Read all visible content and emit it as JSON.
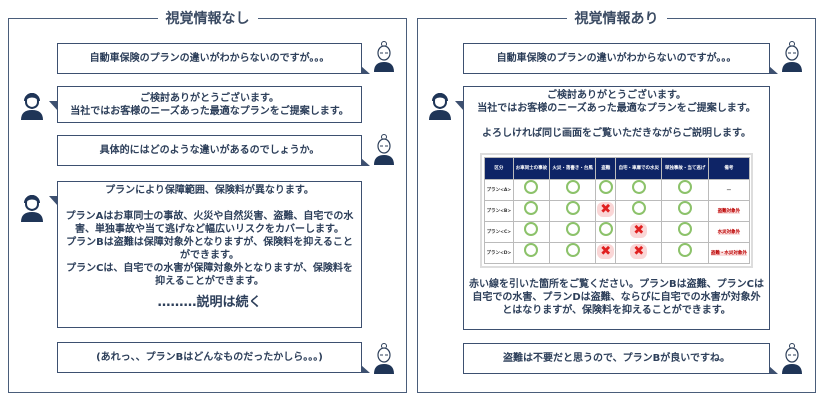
{
  "left": {
    "title": "視覚情報なし",
    "messages": [
      {
        "speaker": "customer",
        "text": "自動車保険のプランの違いがわからないのですが。。。"
      },
      {
        "speaker": "agent",
        "lines": [
          "ご検討ありがとうございます。",
          "当社ではお客様のニーズあった最適なプランをご提案します。"
        ]
      },
      {
        "speaker": "customer",
        "text": "具体的にはどのような違いがあるのでしょうか。"
      },
      {
        "speaker": "agent",
        "lines": [
          "プランにより保障範囲、保険料が異なります。",
          "プランAはお車同士の事故、火災や自然災害、盗難、自宅での水害、単独事故や当て逃げなど幅広いリスクをカバーします。",
          "プランBは盗難は保障対象外となりますが、保険料を抑えることができます。",
          "プランCは、自宅での水害が保障対象外となりますが、保険料を抑えることができます。"
        ],
        "continued": "………説明は続く"
      },
      {
        "speaker": "customer",
        "text": "(あれっ、、プランBはどんなものだったかしら。。。)"
      }
    ]
  },
  "right": {
    "title": "視覚情報あり",
    "messages": [
      {
        "speaker": "customer",
        "text": "自動車保険のプランの違いがわからないのですが。。。"
      },
      {
        "speaker": "agent",
        "lines": [
          "ご検討ありがとうございます。",
          "当社ではお客様のニーズあった最適なプランをご提案します。",
          "よろしければ同じ画面をご覧いただきながらご説明します。"
        ],
        "after_table": "赤い線を引いた箇所をご覧ください。プランBは盗難、プランCは自宅での水害、プランDは盗難、ならびに自宅での水害が対象外とはなりますが、保険料を抑えることができます。"
      },
      {
        "speaker": "customer",
        "text": "盗難は不要だと思うので、プランBが良いですね。"
      }
    ],
    "table": {
      "headers": [
        "区分",
        "お車同士の事故",
        "火災・落書き・台風",
        "盗難",
        "自宅・車庫での水災",
        "単独事故・当て逃げ",
        "備考"
      ],
      "rows": [
        {
          "plan": "プラン<A>",
          "cells": [
            "ok",
            "ok",
            "ok",
            "ok",
            "ok"
          ],
          "note": "—"
        },
        {
          "plan": "プラン<B>",
          "cells": [
            "ok",
            "ok",
            "ng",
            "ok",
            "ok"
          ],
          "note": "盗難対象外"
        },
        {
          "plan": "プラン<C>",
          "cells": [
            "ok",
            "ok",
            "ok",
            "ng",
            "ok"
          ],
          "note": "水災対象外"
        },
        {
          "plan": "プラン<D>",
          "cells": [
            "ok",
            "ok",
            "ng",
            "ng",
            "ok"
          ],
          "note": "盗難・水災対象外"
        }
      ]
    }
  }
}
